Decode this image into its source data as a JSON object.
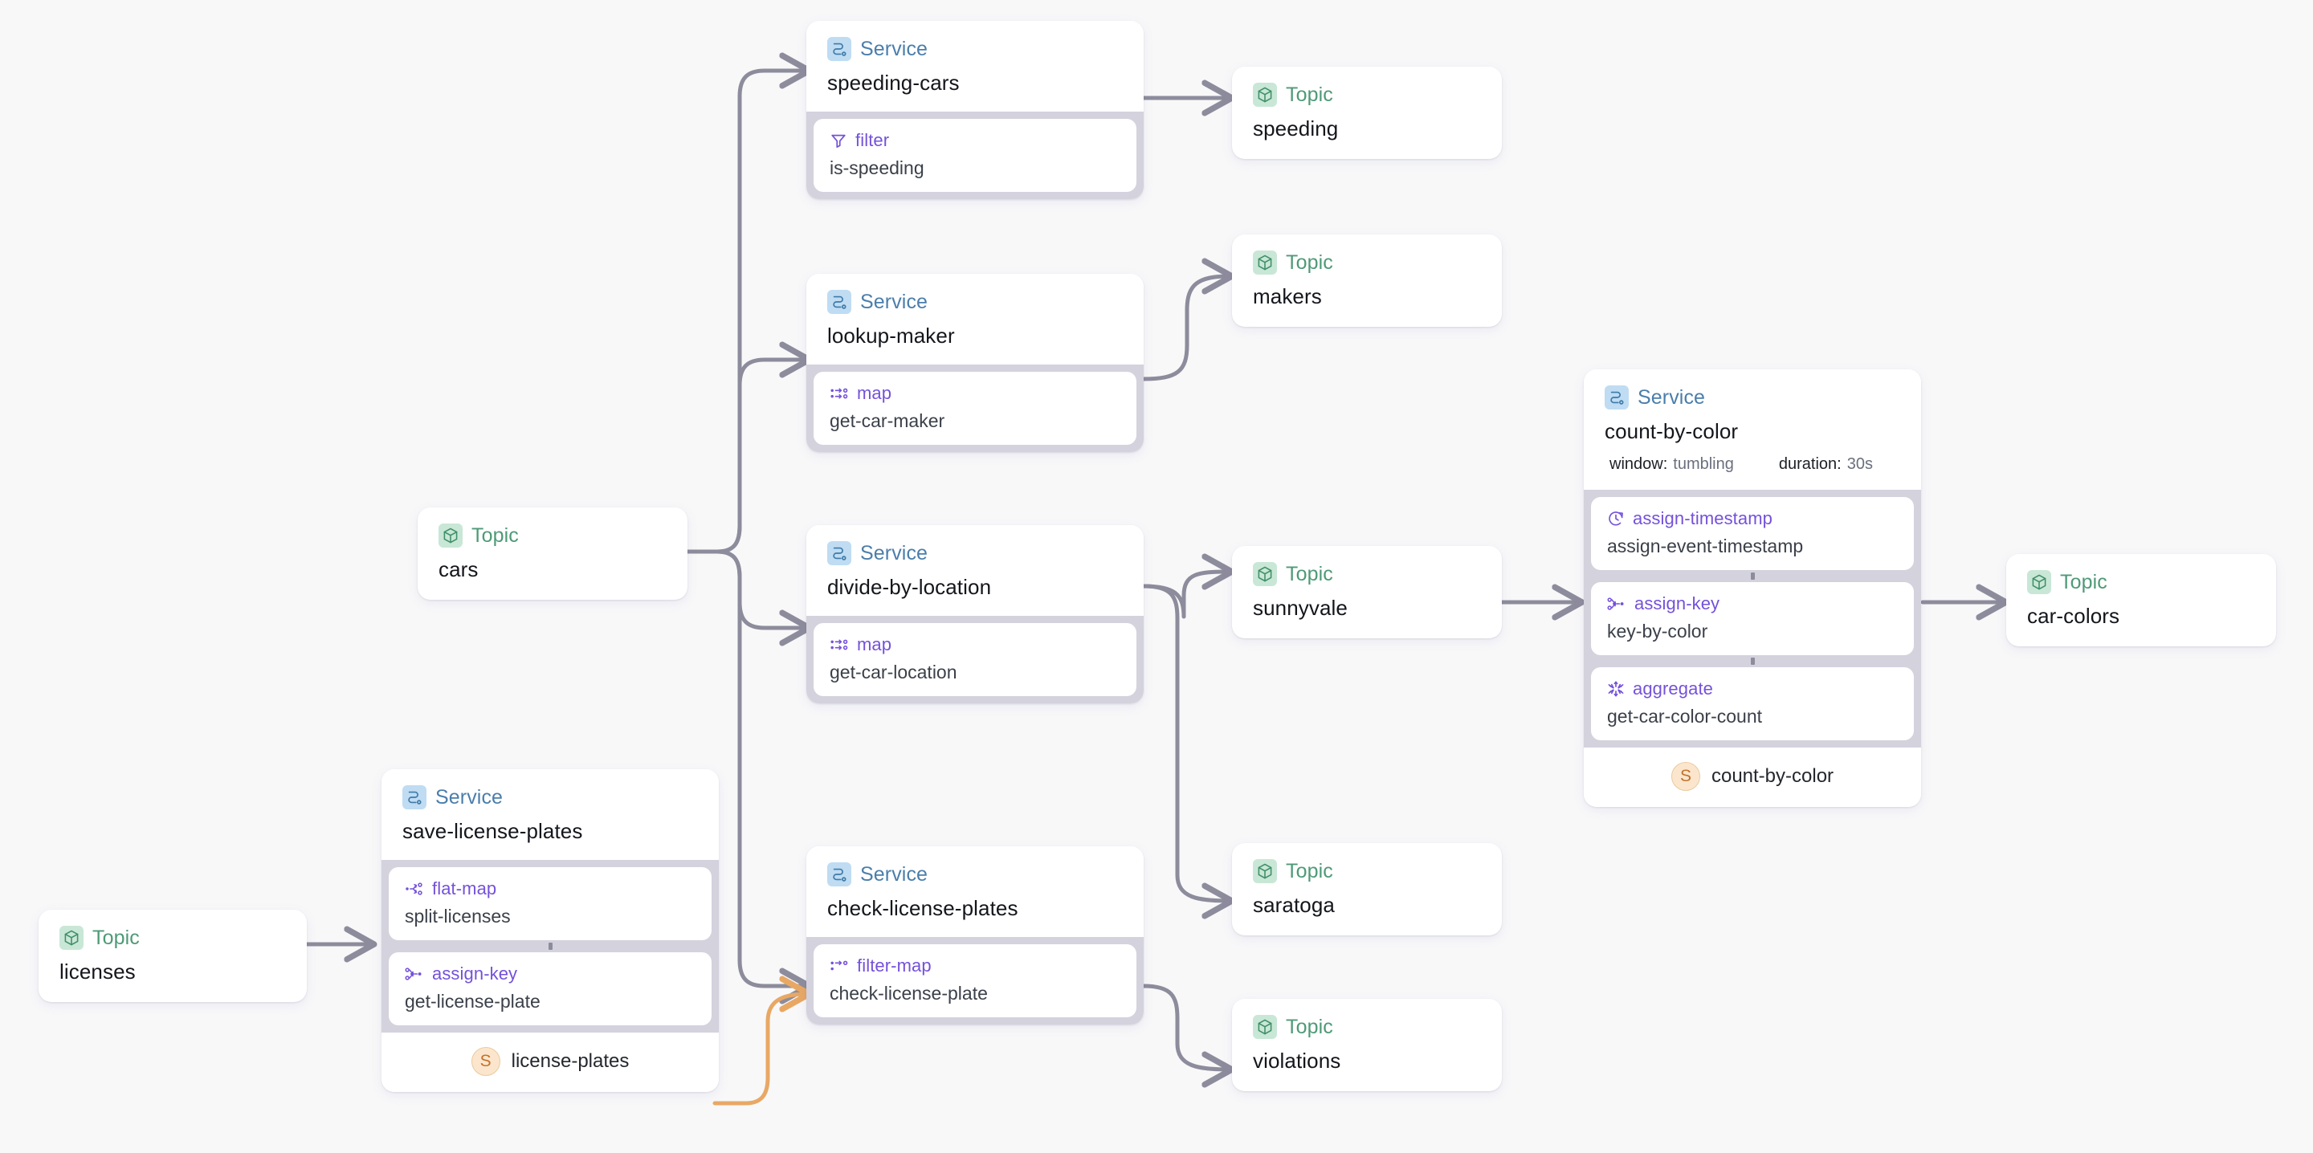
{
  "canvas": {
    "background_color": "#f8f8f9",
    "edge_color": "#8d8c9c",
    "state_edge_color": "#e8a864"
  },
  "labels": {
    "topic_type": "Topic",
    "service_type": "Service",
    "window_key": "window:",
    "duration_key": "duration:",
    "state_letter": "S"
  },
  "colors": {
    "topic_accent": "#4e9a77",
    "service_accent": "#4b7eab",
    "operator_accent": "#7451da",
    "state_accent": "#c4722a"
  },
  "nodes": {
    "licenses": {
      "type": "Topic",
      "name": "licenses",
      "icon": "cube-icon"
    },
    "cars": {
      "type": "Topic",
      "name": "cars",
      "icon": "cube-icon"
    },
    "speeding": {
      "type": "Topic",
      "name": "speeding",
      "icon": "cube-icon"
    },
    "makers": {
      "type": "Topic",
      "name": "makers",
      "icon": "cube-icon"
    },
    "sunnyvale": {
      "type": "Topic",
      "name": "sunnyvale",
      "icon": "cube-icon"
    },
    "saratoga": {
      "type": "Topic",
      "name": "saratoga",
      "icon": "cube-icon"
    },
    "violations": {
      "type": "Topic",
      "name": "violations",
      "icon": "cube-icon"
    },
    "car_colors": {
      "type": "Topic",
      "name": "car-colors",
      "icon": "cube-icon"
    },
    "speeding_cars": {
      "type": "Service",
      "name": "speeding-cars",
      "icon": "route-icon",
      "operators": [
        {
          "kind": "filter",
          "name": "is-speeding",
          "icon": "funnel-icon"
        }
      ]
    },
    "lookup_maker": {
      "type": "Service",
      "name": "lookup-maker",
      "icon": "route-icon",
      "operators": [
        {
          "kind": "map",
          "name": "get-car-maker",
          "icon": "map-icon"
        }
      ]
    },
    "divide_by_location": {
      "type": "Service",
      "name": "divide-by-location",
      "icon": "route-icon",
      "operators": [
        {
          "kind": "map",
          "name": "get-car-location",
          "icon": "map-icon"
        }
      ]
    },
    "check_license_plates": {
      "type": "Service",
      "name": "check-license-plates",
      "icon": "route-icon",
      "operators": [
        {
          "kind": "filter-map",
          "name": "check-license-plate",
          "icon": "filter-map-icon"
        }
      ]
    },
    "save_license_plates": {
      "type": "Service",
      "name": "save-license-plates",
      "icon": "route-icon",
      "operators": [
        {
          "kind": "flat-map",
          "name": "split-licenses",
          "icon": "flat-map-icon"
        },
        {
          "kind": "assign-key",
          "name": "get-license-plate",
          "icon": "assign-key-icon"
        }
      ],
      "state": {
        "letter": "S",
        "name": "license-plates"
      }
    },
    "count_by_color": {
      "type": "Service",
      "name": "count-by-color",
      "icon": "route-icon",
      "window_key": "window:",
      "window_value": "tumbling",
      "duration_key": "duration:",
      "duration_value": "30s",
      "operators": [
        {
          "kind": "assign-timestamp",
          "name": "assign-event-timestamp",
          "icon": "clock-icon"
        },
        {
          "kind": "assign-key",
          "name": "key-by-color",
          "icon": "assign-key-icon"
        },
        {
          "kind": "aggregate",
          "name": "get-car-color-count",
          "icon": "aggregate-icon"
        }
      ],
      "state": {
        "letter": "S",
        "name": "count-by-color"
      }
    }
  }
}
